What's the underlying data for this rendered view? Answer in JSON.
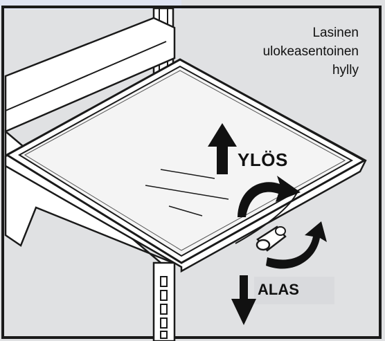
{
  "caption": [
    "Lasinen",
    "ulokeasentoinen",
    "hylly"
  ],
  "arrows": {
    "up_label": "YLÖS",
    "down_label": "ALAS"
  },
  "colors": {
    "background": "#e0e1e3",
    "top_left_tab": "#dfe4f3",
    "label_box": "#d9dadd",
    "frame": "#1a1a1a",
    "arrow": "#111111"
  },
  "icons": [
    "up-arrow-icon",
    "down-arrow-icon",
    "curved-arrow-icon"
  ]
}
